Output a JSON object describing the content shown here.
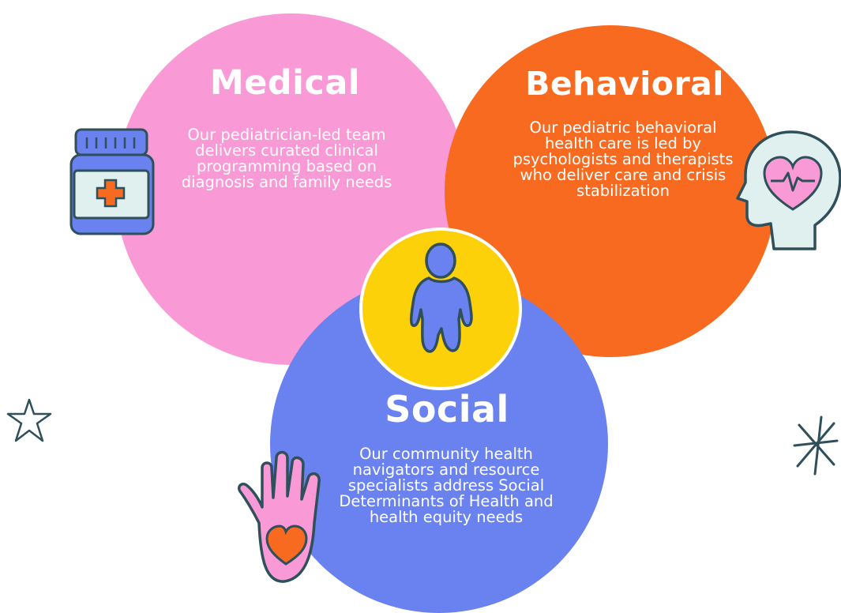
{
  "medical": {
    "title": "Medical",
    "text": "Our pediatrician-led team delivers curated clinical programming based on diagnosis and family needs",
    "icon": "medicine-bottle-icon",
    "color": "#f99ad6"
  },
  "behavioral": {
    "title": "Behavioral",
    "text": "Our pediatric behavioral health care is led by psychologists and therapists who deliver care and crisis stabilization",
    "icon": "head-heart-icon",
    "color": "#f76a1f"
  },
  "social": {
    "title": "Social",
    "text": "Our community health navigators and resource specialists address Social Determinants of Health and health equity needs",
    "icon": "hand-heart-icon",
    "color": "#6a82ef"
  },
  "center": {
    "icon": "child-figure-icon",
    "color": "#fdd10a"
  },
  "decorations": [
    "star-outline-icon",
    "sparkle-icon"
  ]
}
